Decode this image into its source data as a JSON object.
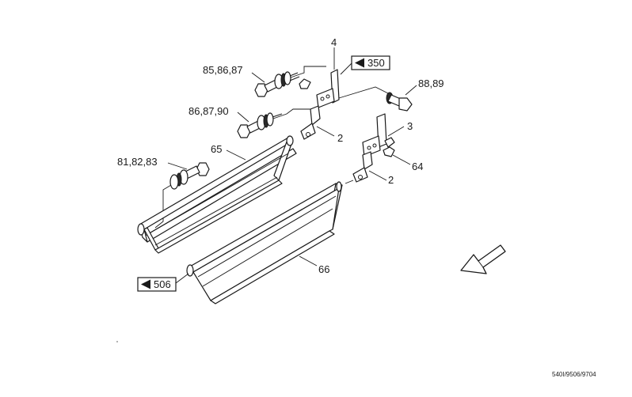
{
  "labels": {
    "p4": "4",
    "p858687": "85,86,87",
    "p8889": "88,89",
    "p868790": "86,87,90",
    "p2a": "2",
    "p3": "3",
    "p65": "65",
    "p818283": "81,82,83",
    "p64": "64",
    "p2b": "2",
    "p66": "66"
  },
  "refs": {
    "ref350": "350",
    "ref506": "506"
  },
  "drawing_code": "540I/9506/9704"
}
